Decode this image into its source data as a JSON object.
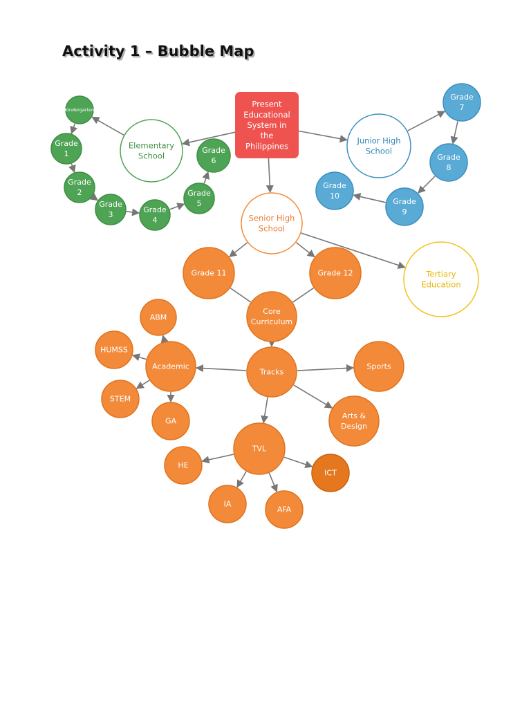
{
  "title": "Activity 1 – Bubble Map",
  "colors": {
    "green_fill": "#4ea454",
    "green_stroke": "#3f8f46",
    "green_text": "#3f8f46",
    "blue_fill": "#5aaad6",
    "blue_stroke": "#3c8fbe",
    "blue_text": "#2f86b8",
    "red_fill": "#ef5350",
    "orange_fill": "#f28a3a",
    "orange_stroke": "#e0731f",
    "orange_text": "#ef7b2c",
    "dark_orange_fill": "#e5781f",
    "yellow_stroke": "#f2c218",
    "yellow_text": "#e8b400",
    "arrow": "#777777"
  },
  "nodes": {
    "root": {
      "label": [
        "Present",
        "Educational",
        "System in",
        "the",
        "Philippines"
      ]
    },
    "elementary": {
      "label": [
        "Elementary",
        "School"
      ]
    },
    "kindergarten": {
      "label": [
        "Kindergarten"
      ]
    },
    "grade1": {
      "label": [
        "Grade",
        "1"
      ]
    },
    "grade2": {
      "label": [
        "Grade",
        "2"
      ]
    },
    "grade3": {
      "label": [
        "Grade",
        "3"
      ]
    },
    "grade4": {
      "label": [
        "Grade",
        "4"
      ]
    },
    "grade5": {
      "label": [
        "Grade",
        "5"
      ]
    },
    "grade6": {
      "label": [
        "Grade",
        "6"
      ]
    },
    "junior": {
      "label": [
        "Junior High",
        "School"
      ]
    },
    "grade7": {
      "label": [
        "Grade",
        "7"
      ]
    },
    "grade8": {
      "label": [
        "Grade",
        "8"
      ]
    },
    "grade9": {
      "label": [
        "Grade",
        "9"
      ]
    },
    "grade10": {
      "label": [
        "Grade",
        "10"
      ]
    },
    "senior": {
      "label": [
        "Senior High",
        "School"
      ]
    },
    "tertiary": {
      "label": [
        "Tertiary",
        "Education"
      ]
    },
    "grade11": {
      "label": [
        "Grade 11"
      ]
    },
    "grade12": {
      "label": [
        "Grade 12"
      ]
    },
    "core": {
      "label": [
        "Core",
        "Curriculum"
      ]
    },
    "tracks": {
      "label": [
        "Tracks"
      ]
    },
    "academic": {
      "label": [
        "Academic"
      ]
    },
    "abm": {
      "label": [
        "ABM"
      ]
    },
    "humss": {
      "label": [
        "HUMSS"
      ]
    },
    "stem": {
      "label": [
        "STEM"
      ]
    },
    "ga": {
      "label": [
        "GA"
      ]
    },
    "sports": {
      "label": [
        "Sports"
      ]
    },
    "arts": {
      "label": [
        "Arts &",
        "Design"
      ]
    },
    "tvl": {
      "label": [
        "TVL"
      ]
    },
    "he": {
      "label": [
        "HE"
      ]
    },
    "ia": {
      "label": [
        "IA"
      ]
    },
    "afa": {
      "label": [
        "AFA"
      ]
    },
    "ict": {
      "label": [
        "ICT"
      ]
    }
  }
}
